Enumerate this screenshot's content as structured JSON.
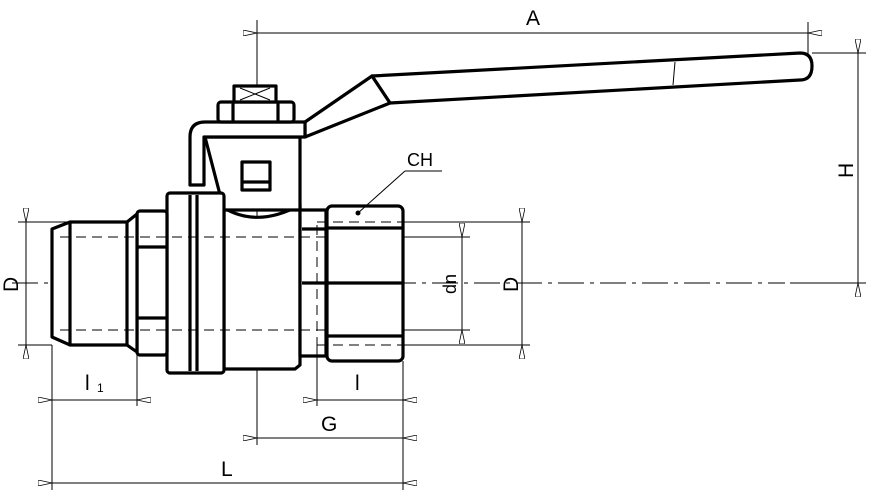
{
  "drawing": {
    "labels": {
      "A": "A",
      "H": "H",
      "CH": "CH",
      "D_left": "D",
      "dn": "dn",
      "D_right": "D",
      "l1_main": "l",
      "l1_sub": "1",
      "l": "l",
      "G": "G",
      "L": "L"
    },
    "line_color": "#000000",
    "background": "#ffffff"
  }
}
